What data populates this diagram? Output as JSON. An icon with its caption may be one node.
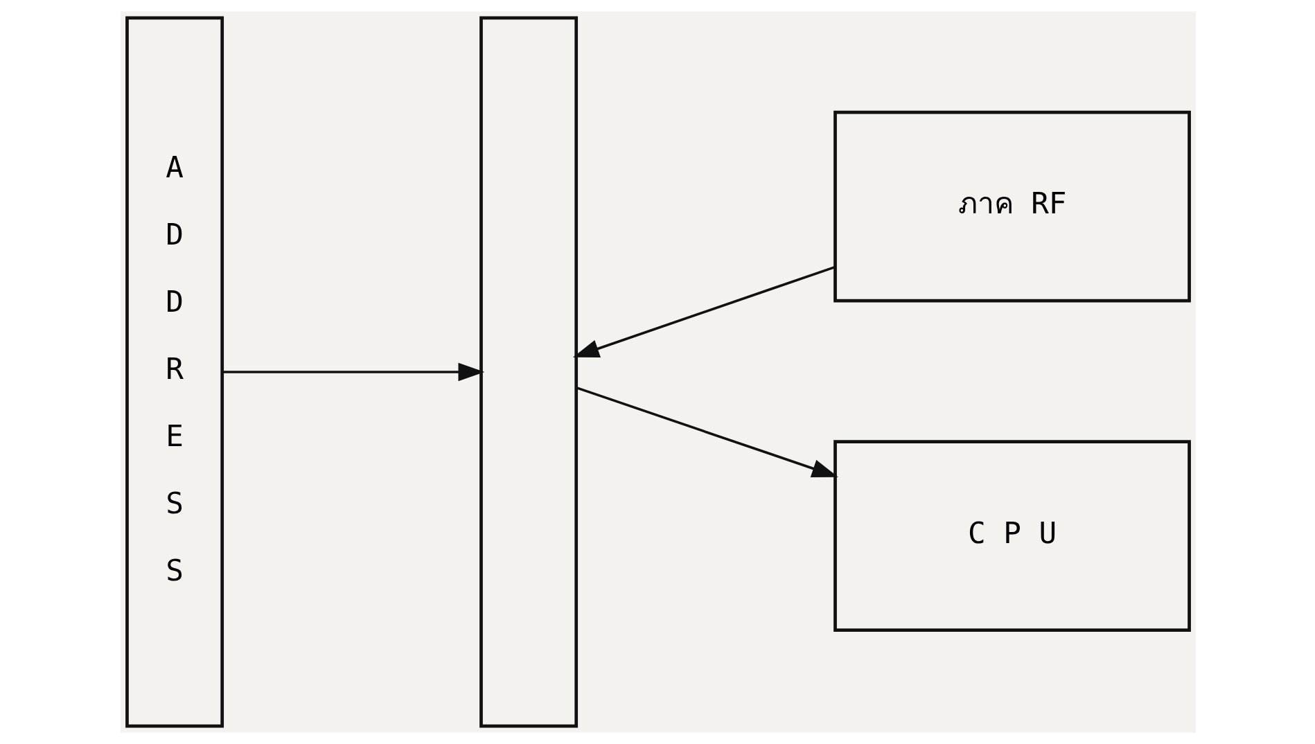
{
  "diagram": {
    "nodes": [
      {
        "text": [
          "A D D R E S S"
        ]
      },
      {
        "text": [],
        "shape": "box"
      },
      {
        "text": [
          "ภาค RF"
        ]
      },
      {
        "text": [
          "C P U"
        ]
      }
    ],
    "edges": [
      {
        "from": 0,
        "to": 1,
        "arrow": "to"
      },
      {
        "from": 2,
        "to": 1,
        "arrow": "to"
      },
      {
        "from": 1,
        "to": 3,
        "arrow": "to"
      }
    ]
  }
}
